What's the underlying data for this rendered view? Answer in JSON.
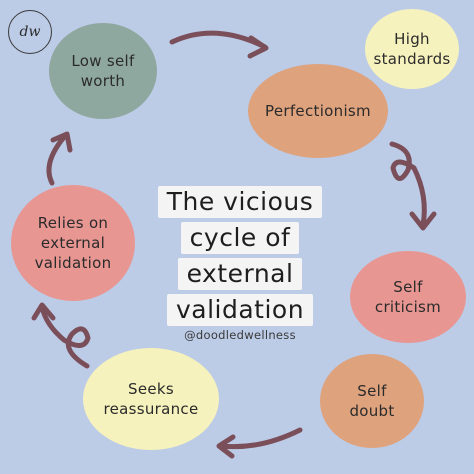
{
  "logo": {
    "text": "dw"
  },
  "title": {
    "lines": [
      "The vicious",
      "cycle of",
      "external",
      "validation"
    ]
  },
  "handle": "@doodledwellness",
  "nodes": {
    "low_self_worth": {
      "text": "Low self\nworth",
      "color": "#8fa89f"
    },
    "high_standards": {
      "text": "High\nstandards",
      "color": "#f6f2bd"
    },
    "perfectionism": {
      "text": "Perfectionism",
      "color": "#dea27d"
    },
    "self_criticism": {
      "text": "Self\ncriticism",
      "color": "#e89692"
    },
    "self_doubt": {
      "text": "Self\ndoubt",
      "color": "#dea27d"
    },
    "seeks_reassurance": {
      "text": "Seeks\nreassurance",
      "color": "#f6f2bd"
    },
    "relies_on_validation": {
      "text": "Relies on\nexternal\nvalidation",
      "color": "#e89692"
    }
  },
  "arrow_color": "#7a4f5a"
}
